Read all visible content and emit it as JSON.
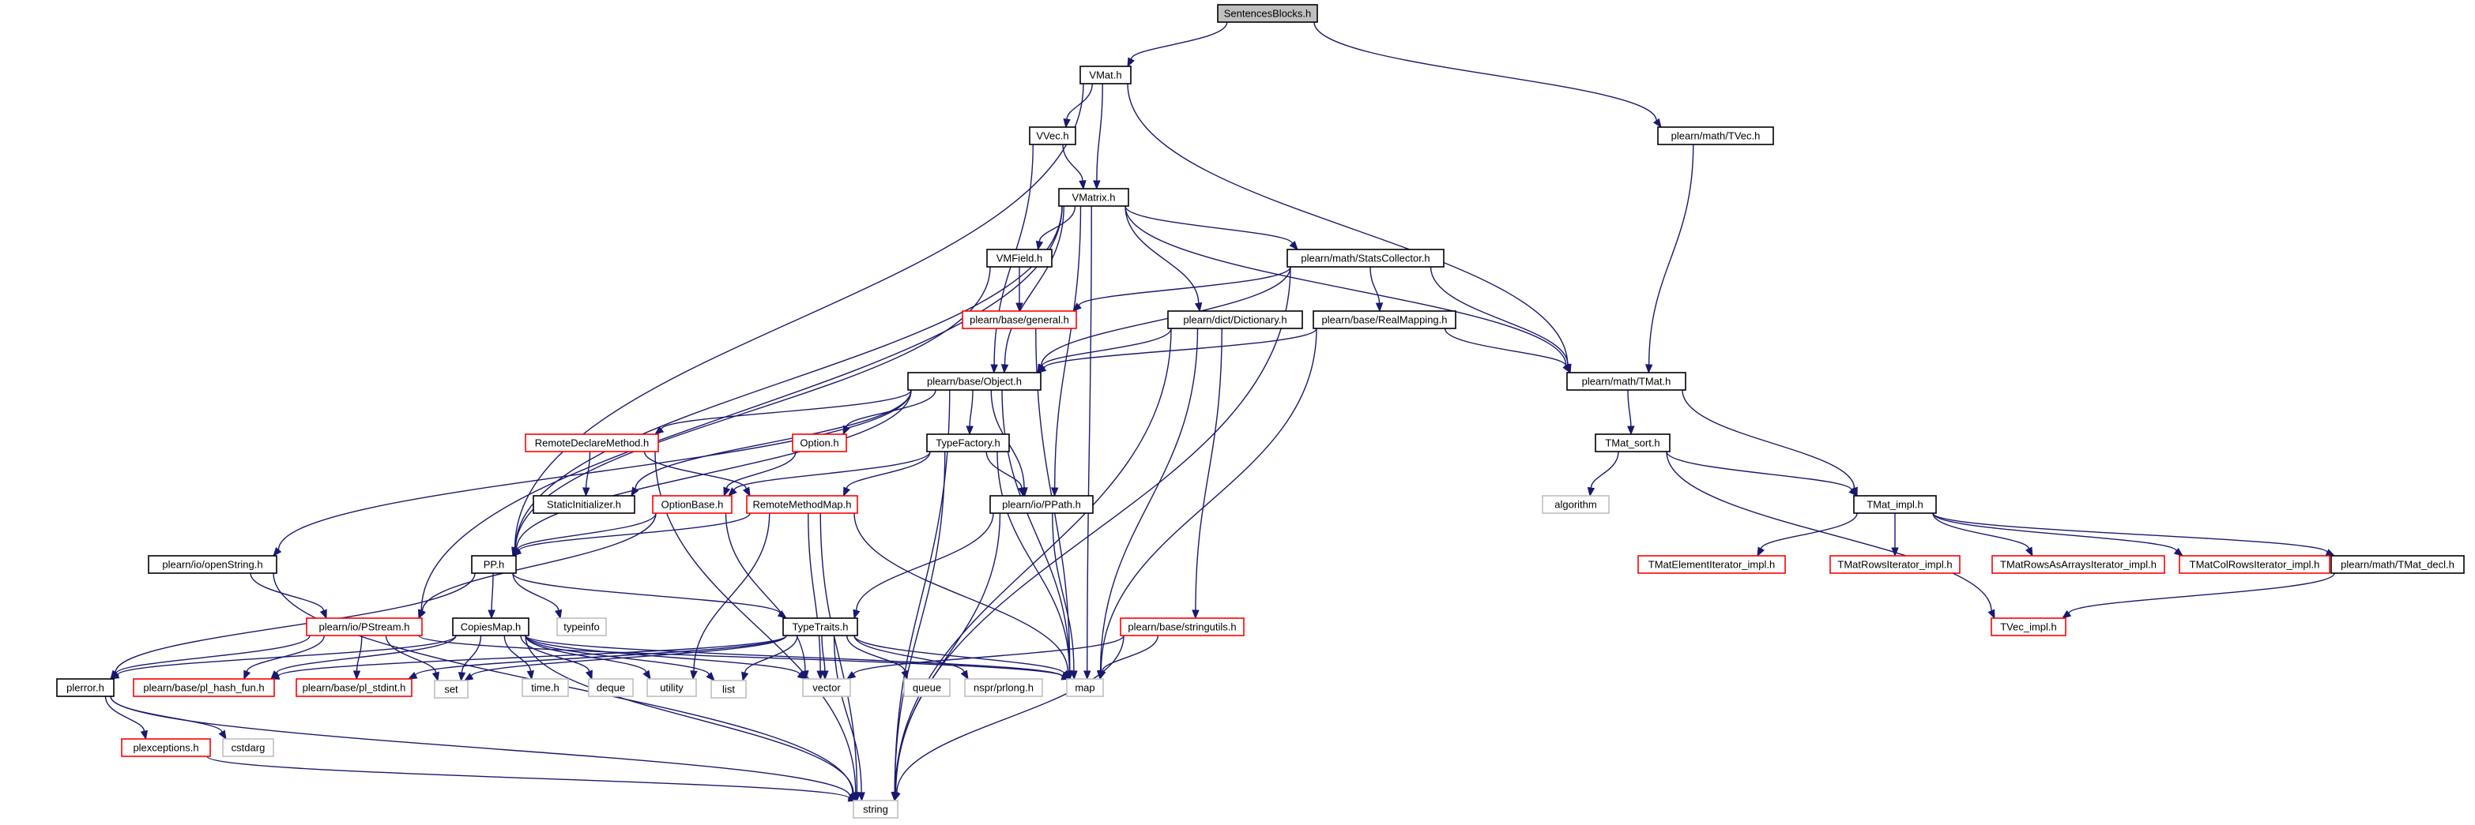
{
  "colors": {
    "edge": "#191970",
    "border_normal": "#000000",
    "border_truncated": "#ff0000",
    "border_external": "#bfbfbf",
    "root_fill": "#bfbfbf"
  },
  "nodes": [
    {
      "id": "SentencesBlocks",
      "label": "SentencesBlocks.h",
      "kind": "root"
    },
    {
      "id": "VMat",
      "label": "VMat.h",
      "kind": "normal"
    },
    {
      "id": "TVec",
      "label": "plearn/math/TVec.h",
      "kind": "normal"
    },
    {
      "id": "VVec",
      "label": "VVec.h",
      "kind": "normal"
    },
    {
      "id": "VMatrix",
      "label": "VMatrix.h",
      "kind": "normal"
    },
    {
      "id": "VMField",
      "label": "VMField.h",
      "kind": "normal"
    },
    {
      "id": "StatsCollector",
      "label": "plearn/math/StatsCollector.h",
      "kind": "normal"
    },
    {
      "id": "general",
      "label": "plearn/base/general.h",
      "kind": "truncated"
    },
    {
      "id": "Dictionary",
      "label": "plearn/dict/Dictionary.h",
      "kind": "normal"
    },
    {
      "id": "RealMapping",
      "label": "plearn/base/RealMapping.h",
      "kind": "normal"
    },
    {
      "id": "TMat",
      "label": "plearn/math/TMat.h",
      "kind": "normal"
    },
    {
      "id": "Object",
      "label": "plearn/base/Object.h",
      "kind": "normal"
    },
    {
      "id": "RemoteDeclareMethod",
      "label": "RemoteDeclareMethod.h",
      "kind": "truncated"
    },
    {
      "id": "Option",
      "label": "Option.h",
      "kind": "truncated"
    },
    {
      "id": "TypeFactory",
      "label": "TypeFactory.h",
      "kind": "normal"
    },
    {
      "id": "TMat_sort",
      "label": "TMat_sort.h",
      "kind": "normal"
    },
    {
      "id": "StaticInitializer",
      "label": "StaticInitializer.h",
      "kind": "normal"
    },
    {
      "id": "OptionBase",
      "label": "OptionBase.h",
      "kind": "truncated"
    },
    {
      "id": "RemoteMethodMap",
      "label": "RemoteMethodMap.h",
      "kind": "truncated"
    },
    {
      "id": "PPath",
      "label": "plearn/io/PPath.h",
      "kind": "normal"
    },
    {
      "id": "algorithm",
      "label": "algorithm",
      "kind": "external"
    },
    {
      "id": "TMat_impl",
      "label": "TMat_impl.h",
      "kind": "normal"
    },
    {
      "id": "openString",
      "label": "plearn/io/openString.h",
      "kind": "normal"
    },
    {
      "id": "PP",
      "label": "PP.h",
      "kind": "normal"
    },
    {
      "id": "TMatElementIterator",
      "label": "TMatElementIterator_impl.h",
      "kind": "truncated"
    },
    {
      "id": "TMatRowsIterator",
      "label": "TMatRowsIterator_impl.h",
      "kind": "truncated"
    },
    {
      "id": "TMatRowsAsArraysIterator",
      "label": "TMatRowsAsArraysIterator_impl.h",
      "kind": "truncated"
    },
    {
      "id": "TMatColRowsIterator",
      "label": "TMatColRowsIterator_impl.h",
      "kind": "truncated"
    },
    {
      "id": "TMat_decl",
      "label": "plearn/math/TMat_decl.h",
      "kind": "normal"
    },
    {
      "id": "PStream",
      "label": "plearn/io/PStream.h",
      "kind": "truncated"
    },
    {
      "id": "CopiesMap",
      "label": "CopiesMap.h",
      "kind": "normal"
    },
    {
      "id": "typeinfo",
      "label": "typeinfo",
      "kind": "external"
    },
    {
      "id": "TypeTraits",
      "label": "TypeTraits.h",
      "kind": "normal"
    },
    {
      "id": "stringutils",
      "label": "plearn/base/stringutils.h",
      "kind": "truncated"
    },
    {
      "id": "TVec_impl",
      "label": "TVec_impl.h",
      "kind": "truncated"
    },
    {
      "id": "plerror",
      "label": "plerror.h",
      "kind": "normal"
    },
    {
      "id": "pl_hash_fun",
      "label": "plearn/base/pl_hash_fun.h",
      "kind": "truncated"
    },
    {
      "id": "pl_stdint",
      "label": "plearn/base/pl_stdint.h",
      "kind": "truncated"
    },
    {
      "id": "set",
      "label": "set",
      "kind": "external"
    },
    {
      "id": "time",
      "label": "time.h",
      "kind": "external"
    },
    {
      "id": "deque",
      "label": "deque",
      "kind": "external"
    },
    {
      "id": "utility",
      "label": "utility",
      "kind": "external"
    },
    {
      "id": "list",
      "label": "list",
      "kind": "external"
    },
    {
      "id": "vector",
      "label": "vector",
      "kind": "external"
    },
    {
      "id": "queue",
      "label": "queue",
      "kind": "external"
    },
    {
      "id": "prlong",
      "label": "nspr/prlong.h",
      "kind": "external"
    },
    {
      "id": "map",
      "label": "map",
      "kind": "external"
    },
    {
      "id": "plexceptions",
      "label": "plexceptions.h",
      "kind": "truncated"
    },
    {
      "id": "cstdarg",
      "label": "cstdarg",
      "kind": "external"
    },
    {
      "id": "string",
      "label": "string",
      "kind": "external"
    }
  ],
  "edges": [
    [
      "SentencesBlocks",
      "VMat"
    ],
    [
      "SentencesBlocks",
      "TVec"
    ],
    [
      "VMat",
      "VVec"
    ],
    [
      "VMat",
      "VMatrix"
    ],
    [
      "VMat",
      "PP"
    ],
    [
      "VMat",
      "TMat"
    ],
    [
      "TVec",
      "TMat"
    ],
    [
      "VVec",
      "VMatrix"
    ],
    [
      "VVec",
      "Object"
    ],
    [
      "VMatrix",
      "VMField"
    ],
    [
      "VMatrix",
      "StatsCollector"
    ],
    [
      "VMatrix",
      "Dictionary"
    ],
    [
      "VMatrix",
      "Object"
    ],
    [
      "VMatrix",
      "PPath"
    ],
    [
      "VMatrix",
      "PP"
    ],
    [
      "VMatrix",
      "PStream"
    ],
    [
      "VMatrix",
      "map"
    ],
    [
      "VMatrix",
      "TMat"
    ],
    [
      "VMField",
      "general"
    ],
    [
      "VMField",
      "PP"
    ],
    [
      "StatsCollector",
      "general"
    ],
    [
      "StatsCollector",
      "RealMapping"
    ],
    [
      "StatsCollector",
      "Object"
    ],
    [
      "StatsCollector",
      "TMat"
    ],
    [
      "StatsCollector",
      "string"
    ],
    [
      "general",
      "map"
    ],
    [
      "Dictionary",
      "Object"
    ],
    [
      "Dictionary",
      "stringutils"
    ],
    [
      "Dictionary",
      "map"
    ],
    [
      "Dictionary",
      "string"
    ],
    [
      "RealMapping",
      "Object"
    ],
    [
      "RealMapping",
      "TMat"
    ],
    [
      "RealMapping",
      "map"
    ],
    [
      "TMat",
      "TMat_sort"
    ],
    [
      "TMat",
      "TMat_impl"
    ],
    [
      "Object",
      "RemoteDeclareMethod"
    ],
    [
      "Object",
      "Option"
    ],
    [
      "Object",
      "TypeFactory"
    ],
    [
      "Object",
      "PPath"
    ],
    [
      "Object",
      "StaticInitializer"
    ],
    [
      "Object",
      "openString"
    ],
    [
      "Object",
      "PP"
    ],
    [
      "Object",
      "map"
    ],
    [
      "Object",
      "string"
    ],
    [
      "RemoteDeclareMethod",
      "StaticInitializer"
    ],
    [
      "RemoteDeclareMethod",
      "RemoteMethodMap"
    ],
    [
      "RemoteDeclareMethod",
      "string"
    ],
    [
      "Option",
      "OptionBase"
    ],
    [
      "TypeFactory",
      "OptionBase"
    ],
    [
      "TypeFactory",
      "RemoteMethodMap"
    ],
    [
      "TypeFactory",
      "PPath"
    ],
    [
      "TypeFactory",
      "map"
    ],
    [
      "TypeFactory",
      "string"
    ],
    [
      "TMat_sort",
      "algorithm"
    ],
    [
      "TMat_sort",
      "TMat_impl"
    ],
    [
      "TMat_sort",
      "TVec_impl"
    ],
    [
      "OptionBase",
      "PP"
    ],
    [
      "OptionBase",
      "PStream"
    ],
    [
      "OptionBase",
      "vector"
    ],
    [
      "RemoteMethodMap",
      "PP"
    ],
    [
      "RemoteMethodMap",
      "utility"
    ],
    [
      "RemoteMethodMap",
      "vector"
    ],
    [
      "RemoteMethodMap",
      "map"
    ],
    [
      "RemoteMethodMap",
      "string"
    ],
    [
      "PPath",
      "TypeTraits"
    ],
    [
      "PPath",
      "map"
    ],
    [
      "PPath",
      "string"
    ],
    [
      "TMat_impl",
      "TMatElementIterator"
    ],
    [
      "TMat_impl",
      "TMatRowsIterator"
    ],
    [
      "TMat_impl",
      "TMatRowsAsArraysIterator"
    ],
    [
      "TMat_impl",
      "TMatColRowsIterator"
    ],
    [
      "TMat_impl",
      "TMat_decl"
    ],
    [
      "TMat_decl",
      "TVec_impl"
    ],
    [
      "openString",
      "PStream"
    ],
    [
      "openString",
      "string"
    ],
    [
      "PP",
      "CopiesMap"
    ],
    [
      "PP",
      "typeinfo"
    ],
    [
      "PP",
      "TypeTraits"
    ],
    [
      "PP",
      "plerror"
    ],
    [
      "PStream",
      "plerror"
    ],
    [
      "PStream",
      "pl_hash_fun"
    ],
    [
      "PStream",
      "pl_stdint"
    ],
    [
      "PStream",
      "set"
    ],
    [
      "PStream",
      "map"
    ],
    [
      "CopiesMap",
      "plerror"
    ],
    [
      "CopiesMap",
      "pl_hash_fun"
    ],
    [
      "CopiesMap",
      "set"
    ],
    [
      "CopiesMap",
      "time"
    ],
    [
      "CopiesMap",
      "deque"
    ],
    [
      "CopiesMap",
      "utility"
    ],
    [
      "CopiesMap",
      "list"
    ],
    [
      "CopiesMap",
      "vector"
    ],
    [
      "CopiesMap",
      "map"
    ],
    [
      "CopiesMap",
      "string"
    ],
    [
      "TypeTraits",
      "set"
    ],
    [
      "TypeTraits",
      "list"
    ],
    [
      "TypeTraits",
      "vector"
    ],
    [
      "TypeTraits",
      "queue"
    ],
    [
      "TypeTraits",
      "prlong"
    ],
    [
      "TypeTraits",
      "map"
    ],
    [
      "TypeTraits",
      "string"
    ],
    [
      "TypeTraits",
      "pl_stdint"
    ],
    [
      "TypeTraits",
      "pl_hash_fun"
    ],
    [
      "stringutils",
      "vector"
    ],
    [
      "stringutils",
      "map"
    ],
    [
      "stringutils",
      "string"
    ],
    [
      "plerror",
      "plexceptions"
    ],
    [
      "plerror",
      "cstdarg"
    ],
    [
      "plerror",
      "string"
    ],
    [
      "plexceptions",
      "string"
    ]
  ]
}
